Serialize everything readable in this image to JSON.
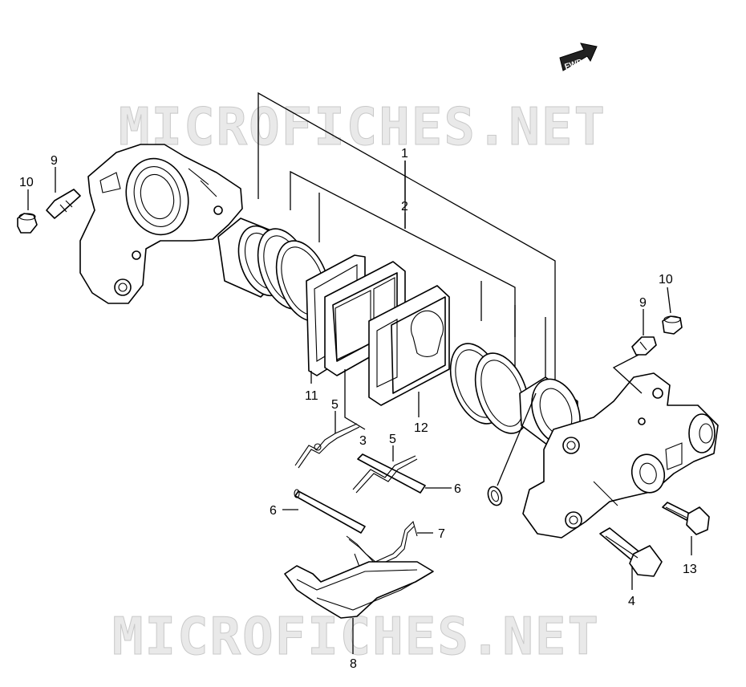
{
  "watermark": "MICROFICHES.NET",
  "fwd_label": "FWD",
  "callouts": {
    "c1": "1",
    "c2": "2",
    "c3": "3",
    "c4": "4",
    "c5a": "5",
    "c5b": "5",
    "c6a": "6",
    "c6b": "6",
    "c7": "7",
    "c8": "8",
    "c9a": "9",
    "c9b": "9",
    "c10a": "10",
    "c10b": "10",
    "c11": "11",
    "c12": "12",
    "c13": "13"
  }
}
